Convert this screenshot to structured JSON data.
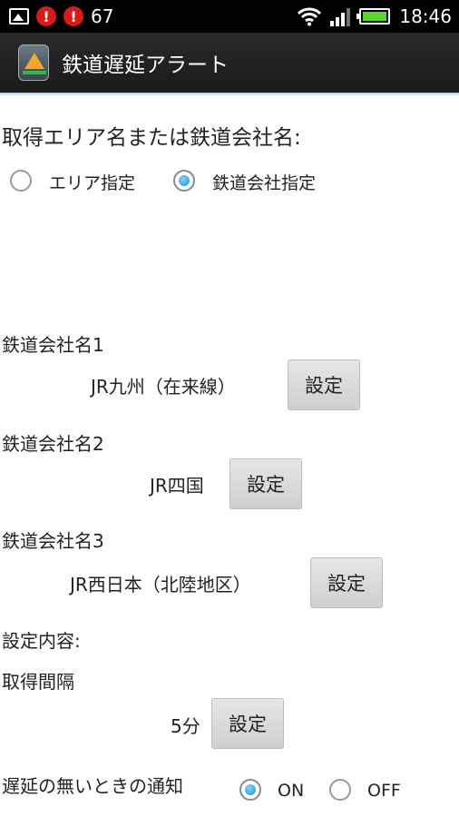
{
  "status_bar": {
    "notification_count": "67",
    "time": "18:46",
    "icons": [
      "image-icon",
      "alert-icon",
      "alert-icon",
      "wifi-icon",
      "signal-icon",
      "battery-icon"
    ],
    "alert_glyph": "!"
  },
  "action_bar": {
    "title": "鉄道遅延アラート",
    "icon": "train-alert-app-icon"
  },
  "area_selection": {
    "heading": "取得エリア名または鉄道会社名:",
    "options": [
      {
        "label": "エリア指定",
        "checked": false
      },
      {
        "label": "鉄道会社指定",
        "checked": true
      }
    ]
  },
  "companies": [
    {
      "label": "鉄道会社名1",
      "value": "JR九州（在来線）",
      "button": "設定"
    },
    {
      "label": "鉄道会社名2",
      "value": "JR四国",
      "button": "設定"
    },
    {
      "label": "鉄道会社名3",
      "value": "JR西日本（北陸地区）",
      "button": "設定"
    }
  ],
  "settings": {
    "heading": "設定内容:",
    "interval_label": "取得間隔",
    "interval_value": "5分",
    "interval_button": "設定",
    "no_delay_label": "遅延の無いときの通知",
    "no_delay_options": [
      {
        "label": "ON",
        "checked": true
      },
      {
        "label": "OFF",
        "checked": false
      }
    ]
  },
  "colors": {
    "accent": "#1a93d6",
    "status_bar": "#000000",
    "action_bar": "#1f1f1f"
  }
}
